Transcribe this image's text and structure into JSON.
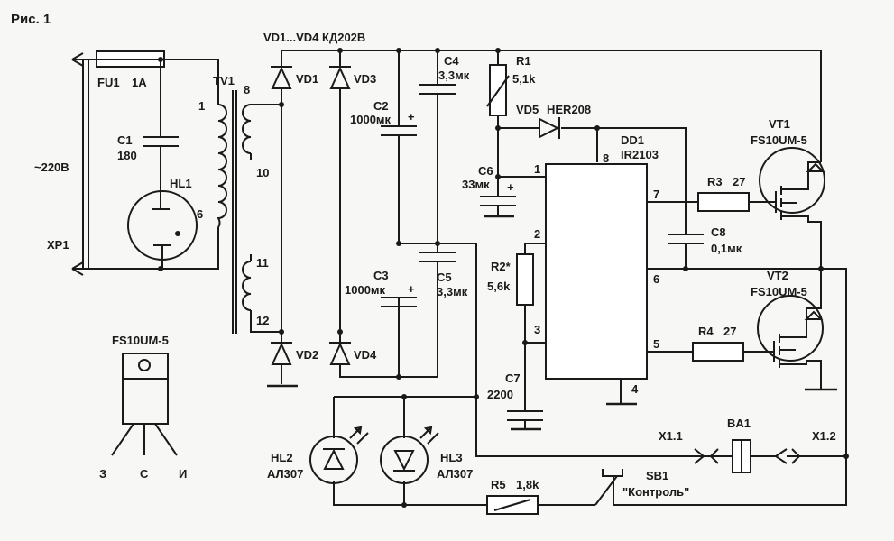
{
  "figure": {
    "title": "Рис. 1"
  },
  "mains": {
    "voltage": "~220В",
    "connector": "XP1"
  },
  "fuse": {
    "ref": "FU1",
    "rating": "1A"
  },
  "c1": {
    "ref": "C1",
    "value": "180"
  },
  "hl1": {
    "ref": "HL1"
  },
  "transformer": {
    "ref": "TV1",
    "pins": [
      "1",
      "6",
      "8",
      "10",
      "11",
      "12"
    ]
  },
  "diodes": {
    "group": "VD1...VD4 КД202В",
    "vd1": "VD1",
    "vd2": "VD2",
    "vd3": "VD3",
    "vd4": "VD4"
  },
  "c2": {
    "ref": "C2",
    "value": "1000мк"
  },
  "c3": {
    "ref": "C3",
    "value": "1000мк"
  },
  "c4": {
    "ref": "C4",
    "value": "3,3мк"
  },
  "c5": {
    "ref": "C5",
    "value": "3,3мк"
  },
  "r1": {
    "ref": "R1",
    "value": "5,1k"
  },
  "vd5": {
    "ref": "VD5",
    "type": "HER208"
  },
  "c6": {
    "ref": "C6",
    "value": "33мк"
  },
  "r2": {
    "ref": "R2*",
    "value": "5,6k"
  },
  "c7": {
    "ref": "C7",
    "value": "2200"
  },
  "dd1": {
    "ref": "DD1",
    "type": "IR2103",
    "pins": [
      "1",
      "2",
      "3",
      "4",
      "5",
      "6",
      "7",
      "8"
    ]
  },
  "r3": {
    "ref": "R3",
    "value": "27"
  },
  "r4": {
    "ref": "R4",
    "value": "27"
  },
  "c8": {
    "ref": "C8",
    "value": "0,1мк"
  },
  "vt1": {
    "ref": "VT1",
    "type": "FS10UM-5"
  },
  "vt2": {
    "ref": "VT2",
    "type": "FS10UM-5"
  },
  "package": {
    "type": "FS10UM-5",
    "pins": [
      "З",
      "С",
      "И"
    ]
  },
  "hl2": {
    "ref": "HL2",
    "type": "АЛ307"
  },
  "hl3": {
    "ref": "HL3",
    "type": "АЛ307"
  },
  "r5": {
    "ref": "R5",
    "value": "1,8k"
  },
  "sb1": {
    "ref": "SB1",
    "label": "\"Контроль\""
  },
  "ba1": {
    "ref": "BA1",
    "x1": "X1.1",
    "x2": "X1.2"
  }
}
